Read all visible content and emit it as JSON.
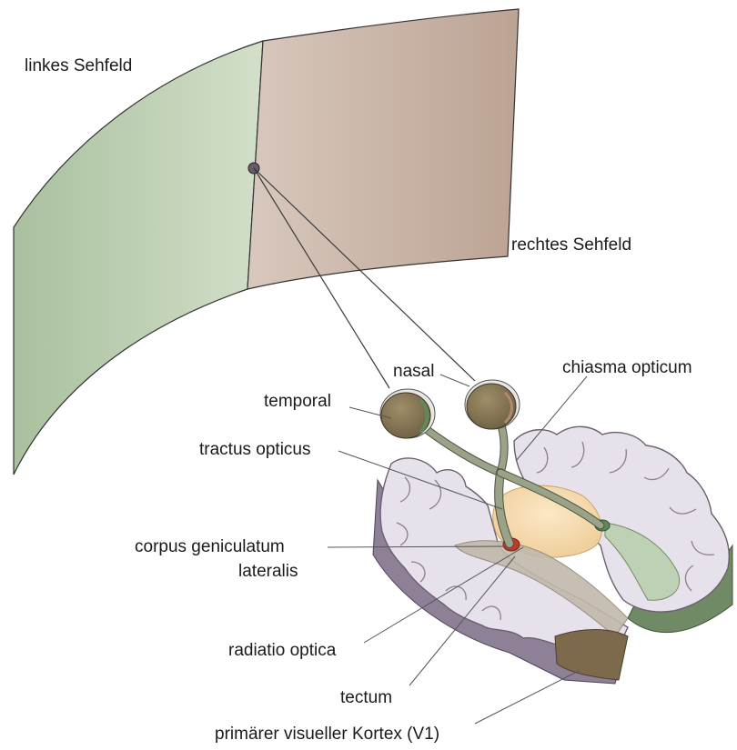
{
  "labels": {
    "left_field": "linkes Sehfeld",
    "right_field": "rechtes Sehfeld",
    "nasal": "nasal",
    "chiasma": "chiasma opticum",
    "temporal": "temporal",
    "tractus": "tractus opticus",
    "cgl_line1": "corpus geniculatum",
    "cgl_line2": "lateralis",
    "radiatio": "radiatio optica",
    "tectum": "tectum",
    "v1": "primärer visueller Kortex (V1)"
  },
  "colors": {
    "left_field": "#b9cdb0",
    "right_field": "#c9b3a6",
    "eye": "#8a7a58",
    "cortex": "#e4e0e8",
    "cortex_edge": "#6b6070",
    "thalamus": "#f6ddb0",
    "optic_tract": "#9aa388",
    "cgl": "#c0392b",
    "v1": "#7d6a4c",
    "tectum_band": "#b9b0a2"
  }
}
